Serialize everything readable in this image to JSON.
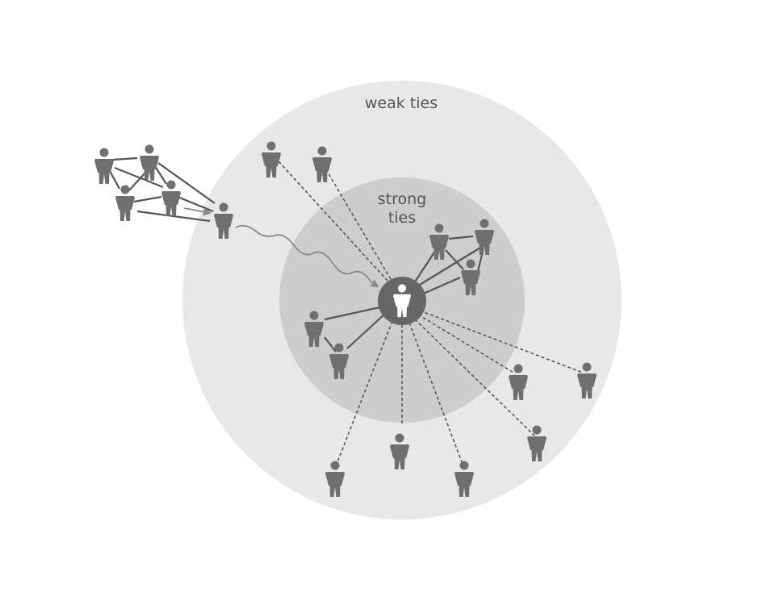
{
  "labels": {
    "weak_ties": "weak ties",
    "strong_ties_line1": "strong",
    "strong_ties_line2": "ties"
  },
  "colors": {
    "background": "#ffffff",
    "weak_ring": "#e8e8e8",
    "strong_ring": "#cdcdcd",
    "person": "#6f6f6f",
    "center_node": "#666666",
    "center_person": "#ffffff",
    "tie_line": "#555555",
    "arrow": "#888888"
  },
  "icons": {
    "person": "person-icon",
    "center": "center-person-icon"
  }
}
